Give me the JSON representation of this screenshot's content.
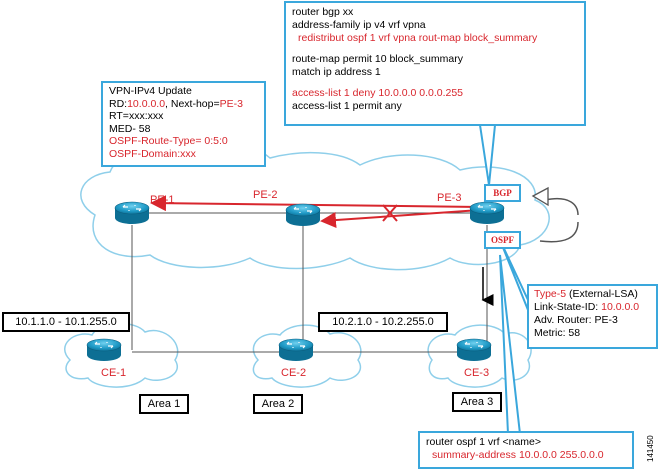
{
  "figure_id": "141450",
  "routers": {
    "pe1": "PE-1",
    "pe2": "PE-2",
    "pe3": "PE-3",
    "ce1": "CE-1",
    "ce2": "CE-2",
    "ce3": "CE-3"
  },
  "tags": {
    "bgp": "BGP",
    "ospf": "OSPF"
  },
  "networks": {
    "left": "10.1.1.0 - 10.1.255.0",
    "middle": "10.2.1.0 - 10.2.255.0"
  },
  "areas": {
    "a1": "Area 1",
    "a2": "Area 2",
    "a3": "Area 3"
  },
  "bgp_config": {
    "l1": "router bgp xx",
    "l2": "address-family ip v4 vrf vpna",
    "l3": "redistribut ospf 1 vrf vpna rout-map block_summary",
    "l4": "route-map permit 10 block_summary",
    "l5": "match ip address 1",
    "l6": "access-list 1 deny 10.0.0.0  0.0.0.255",
    "l7": "access-list 1 permit any"
  },
  "vpn_update": {
    "title": "VPN-IPv4 Update",
    "rd_a": "RD:",
    "rd_b": "10.0.0.0",
    "rd_c": ", Next-hop=",
    "rd_d": "PE-3",
    "rt": "RT=xxx:xxx",
    "med": "MED- 58",
    "route_type": "OSPF-Route-Type= 0:5:0",
    "domain": "OSPF-Domain:xxx"
  },
  "lsa": {
    "t_a": "Type-5",
    "t_b": " (External-LSA)",
    "ls_a": "Link-State-ID: ",
    "ls_b": "10.0.0.0",
    "adv": "Adv. Router: PE-3",
    "metric": "Metric: 58"
  },
  "ospf_config": {
    "l1": "router ospf 1 vrf <name>",
    "l2": "summary-address 10.0.0.0 255.0.0.0"
  },
  "colors": {
    "red": "#d8262d",
    "blue": "#3aa7dc",
    "router": "#1a8fb8"
  }
}
